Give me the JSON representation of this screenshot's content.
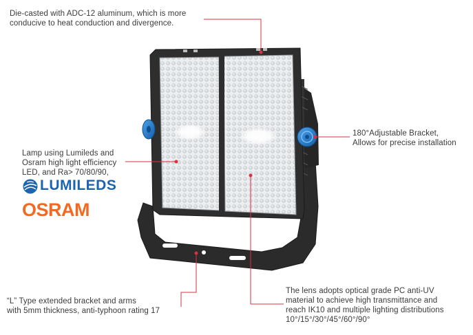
{
  "callouts": {
    "housing": [
      "Die-casted with ADC-12 aluminum, which is more",
      "conducive to heat conduction and divergence."
    ],
    "bracket": [
      "180°Adjustable Bracket,",
      "Allows for precise installation"
    ],
    "lamp": [
      "Lamp using Lumileds and",
      "Osram high light efficiency",
      "LED, and Ra> 70/80/90,"
    ],
    "arms": [
      "“L” Type extended bracket and arms",
      "with 5mm thickness, anti-typhoon rating 17"
    ],
    "lens": [
      "The lens adopts optical grade PC anti-UV",
      "material to achieve high transmittance and",
      "reach IK10  and multiple lighting distributions",
      "10°/15°/30°/45°/60°/90°"
    ]
  },
  "logos": {
    "lumileds": "LUMILEDS",
    "osram": "OSRAM"
  },
  "colors": {
    "leader_line": "#d9323f",
    "lumileds_blue": "#1c64b0",
    "osram_orange": "#f06a24",
    "housing": "#2b2b2b",
    "knob_blue": "#1f7fd0"
  },
  "icons": {
    "lumileds_mark": "lumileds-globe-icon"
  }
}
